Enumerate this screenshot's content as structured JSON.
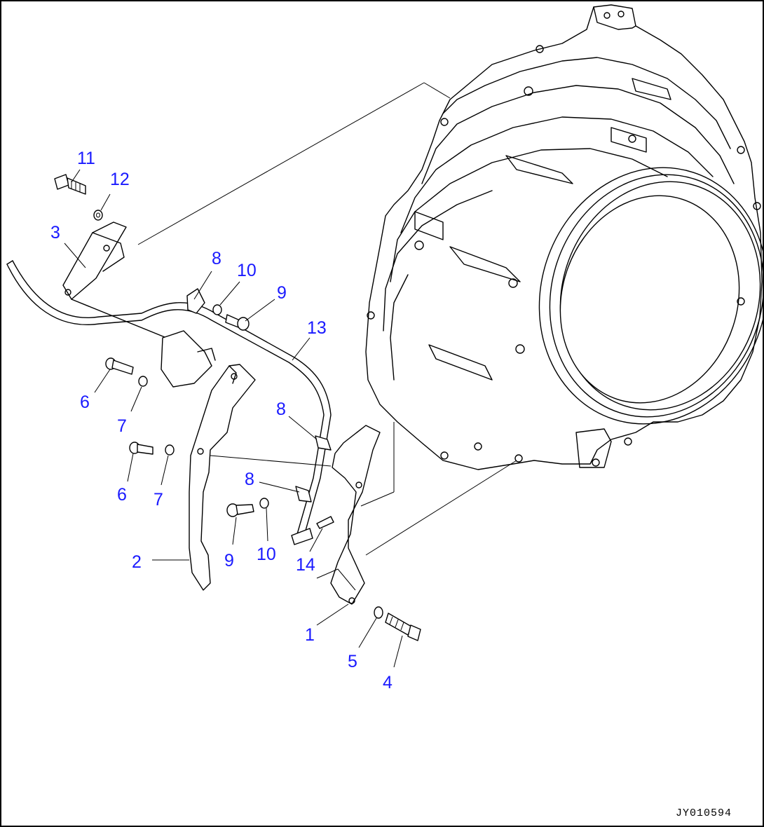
{
  "drawing": {
    "ref_code": "JY010594",
    "colors": {
      "callout": "#1a1aff",
      "line": "#000000",
      "background": "#ffffff"
    },
    "callouts": [
      {
        "id": "c11",
        "label": "11"
      },
      {
        "id": "c12",
        "label": "12"
      },
      {
        "id": "c3",
        "label": "3"
      },
      {
        "id": "c8a",
        "label": "8"
      },
      {
        "id": "c10a",
        "label": "10"
      },
      {
        "id": "c9a",
        "label": "9"
      },
      {
        "id": "c13",
        "label": "13"
      },
      {
        "id": "c6a",
        "label": "6"
      },
      {
        "id": "c7a",
        "label": "7"
      },
      {
        "id": "c8b",
        "label": "8"
      },
      {
        "id": "c6b",
        "label": "6"
      },
      {
        "id": "c7b",
        "label": "7"
      },
      {
        "id": "c8c",
        "label": "8"
      },
      {
        "id": "c9b",
        "label": "9"
      },
      {
        "id": "c10b",
        "label": "10"
      },
      {
        "id": "c14",
        "label": "14"
      },
      {
        "id": "c2",
        "label": "2"
      },
      {
        "id": "c1",
        "label": "1"
      },
      {
        "id": "c5",
        "label": "5"
      },
      {
        "id": "c4",
        "label": "4"
      }
    ]
  }
}
